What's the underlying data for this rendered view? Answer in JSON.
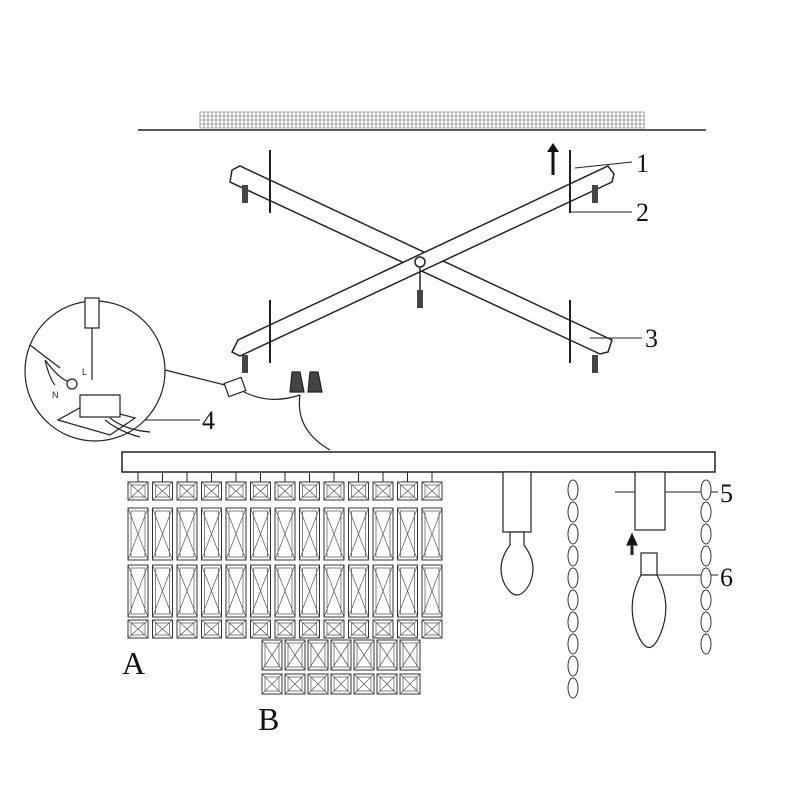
{
  "callouts": {
    "c1": "1",
    "c2": "2",
    "c3": "3",
    "c4": "4",
    "c5": "5",
    "c6": "6"
  },
  "parts": {
    "a": "A",
    "b": "B"
  },
  "inset": {
    "neutral": "N",
    "live": "L"
  },
  "colors": {
    "line": "#222222",
    "fill": "#ffffff",
    "crystal": "#555555"
  }
}
